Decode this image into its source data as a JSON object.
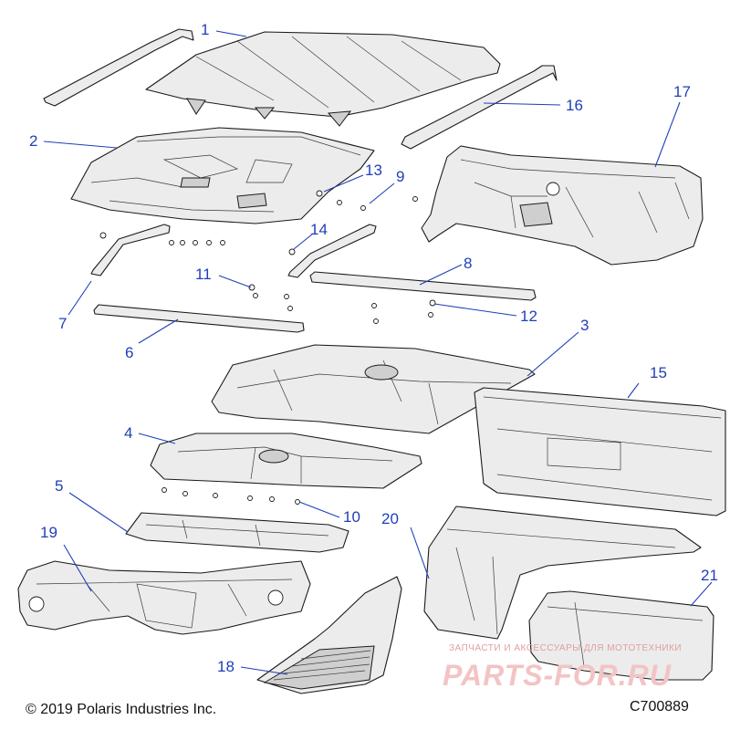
{
  "callouts": {
    "c1": "1",
    "c2": "2",
    "c3": "3",
    "c4": "4",
    "c5": "5",
    "c6": "6",
    "c7": "7",
    "c8": "8",
    "c9": "9",
    "c10": "10",
    "c11": "11",
    "c12": "12",
    "c13": "13",
    "c14": "14",
    "c15": "15",
    "c16": "16",
    "c17": "17",
    "c18": "18",
    "c19": "19",
    "c20": "20",
    "c21": "21"
  },
  "footer": {
    "copyright": "© 2019 Polaris Industries Inc.",
    "diagram_code": "C700889"
  },
  "watermark": {
    "tagline": "ЗАПЧАСТИ И АКСЕССУАРЫ ДЛЯ МОТОТЕХНИКИ",
    "brand": "PARTS-FOR.RU"
  },
  "colors": {
    "callout": "#1f3fb8",
    "part_fill": "#ececec",
    "outline": "#1a1a1a",
    "watermark": "#f2c4c4"
  }
}
